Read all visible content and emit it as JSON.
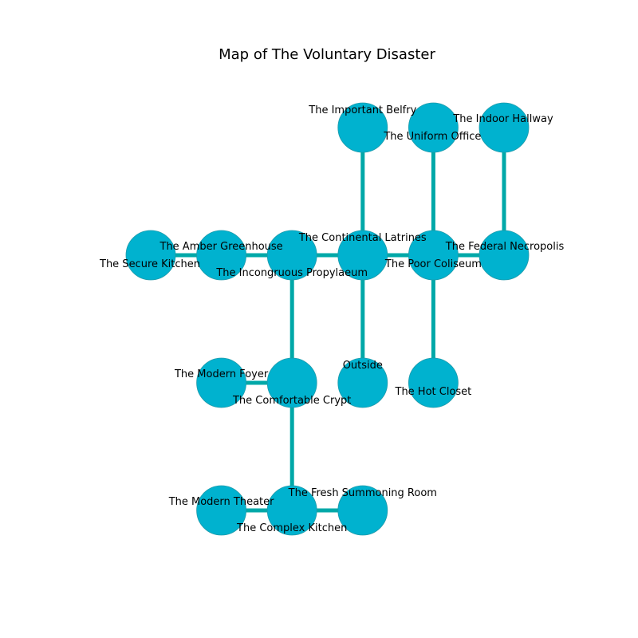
{
  "title": "Map of The Voluntary Disaster",
  "colors": {
    "node_fill": "#00b2cf",
    "node_stroke": "#1f9aaa",
    "edge": "#00a8a8",
    "background": "#ffffff",
    "text": "#000000"
  },
  "rooms": [
    {
      "id": "important-belfry",
      "label": "The Important Belfry",
      "col": 3,
      "row": 0
    },
    {
      "id": "uniform-office",
      "label": "The Uniform Office",
      "col": 4,
      "row": 0
    },
    {
      "id": "indoor-hallway",
      "label": "The Indoor Hallway",
      "col": 5,
      "row": 0
    },
    {
      "id": "secure-kitchen",
      "label": "The Secure Kitchen",
      "col": 0,
      "row": 1
    },
    {
      "id": "amber-greenhouse",
      "label": "The Amber Greenhouse",
      "col": 1,
      "row": 1
    },
    {
      "id": "incongruous-propylaeum",
      "label": "The Incongruous Propylaeum",
      "col": 2,
      "row": 1
    },
    {
      "id": "continental-latrines",
      "label": "The Continental Latrines",
      "col": 3,
      "row": 1
    },
    {
      "id": "poor-coliseum",
      "label": "The Poor Coliseum",
      "col": 4,
      "row": 1
    },
    {
      "id": "federal-necropolis",
      "label": "The Federal Necropolis",
      "col": 5,
      "row": 1
    },
    {
      "id": "modern-foyer",
      "label": "The Modern Foyer",
      "col": 1,
      "row": 2
    },
    {
      "id": "comfortable-crypt",
      "label": "The Comfortable Crypt",
      "col": 2,
      "row": 2
    },
    {
      "id": "outside",
      "label": "Outside",
      "col": 3,
      "row": 2
    },
    {
      "id": "hot-closet",
      "label": "The Hot Closet",
      "col": 4,
      "row": 2
    },
    {
      "id": "modern-theater",
      "label": "The Modern Theater",
      "col": 1,
      "row": 3
    },
    {
      "id": "complex-kitchen",
      "label": "The Complex Kitchen",
      "col": 2,
      "row": 3
    },
    {
      "id": "fresh-summoning-room",
      "label": "The Fresh Summoning Room",
      "col": 3,
      "row": 3
    }
  ],
  "connections": [
    [
      "important-belfry",
      "continental-latrines"
    ],
    [
      "uniform-office",
      "poor-coliseum"
    ],
    [
      "indoor-hallway",
      "federal-necropolis"
    ],
    [
      "secure-kitchen",
      "amber-greenhouse"
    ],
    [
      "amber-greenhouse",
      "incongruous-propylaeum"
    ],
    [
      "incongruous-propylaeum",
      "continental-latrines"
    ],
    [
      "continental-latrines",
      "poor-coliseum"
    ],
    [
      "poor-coliseum",
      "federal-necropolis"
    ],
    [
      "incongruous-propylaeum",
      "comfortable-crypt"
    ],
    [
      "continental-latrines",
      "outside"
    ],
    [
      "poor-coliseum",
      "hot-closet"
    ],
    [
      "modern-foyer",
      "comfortable-crypt"
    ],
    [
      "comfortable-crypt",
      "complex-kitchen"
    ],
    [
      "modern-theater",
      "complex-kitchen"
    ],
    [
      "complex-kitchen",
      "fresh-summoning-room"
    ]
  ]
}
